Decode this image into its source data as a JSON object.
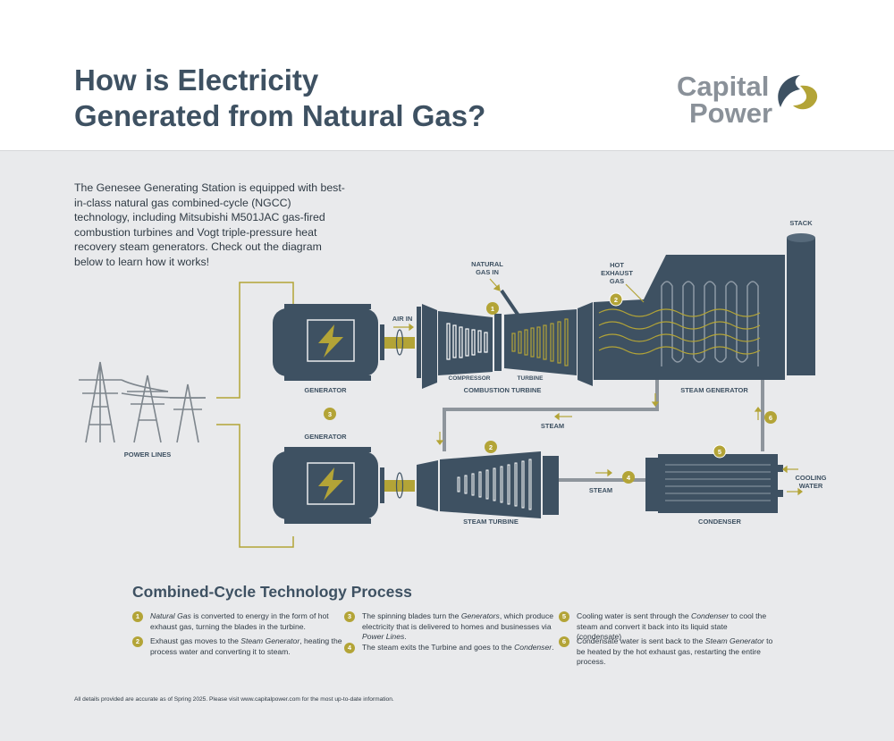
{
  "header": {
    "title_line1": "How is Electricity",
    "title_line2": "Generated from Natural Gas?"
  },
  "logo": {
    "line1": "Capital",
    "line2": "Power"
  },
  "intro": "The Genesee Generating Station is equipped with best-in-class natural gas combined-cycle (NGCC) technology, including Mitsubishi M501JAC gas-fired combustion turbines and Vogt triple-pressure heat recovery steam generators. Check out the diagram below to learn how it works!",
  "diagram": {
    "natural_gas_in_1": "NATURAL",
    "natural_gas_in_2": "GAS IN",
    "hot_1": "HOT",
    "hot_2": "EXHAUST",
    "hot_3": "GAS",
    "stack": "STACK",
    "air_in": "AIR IN",
    "generator_top": "GENERATOR",
    "compressor": "COMPRESSOR",
    "turbine": "TURBINE",
    "combustion_turbine": "COMBUSTION TURBINE",
    "steam_generator": "STEAM GENERATOR",
    "steam_upper": "STEAM",
    "generator_bottom": "GENERATOR",
    "power_lines": "POWER LINES",
    "steam_lower": "STEAM",
    "steam_turbine": "STEAM TURBINE",
    "condenser": "CONDENSER",
    "cooling_1": "COOLING",
    "cooling_2": "WATER",
    "markers": [
      "1",
      "2",
      "3",
      "2",
      "4",
      "5",
      "6"
    ]
  },
  "colors": {
    "primary": "#3e5162",
    "accent": "#b3a437",
    "background": "#e9eaec"
  },
  "process": {
    "title": "Combined-Cycle Technology Process",
    "steps": [
      {
        "num": "1",
        "em": "Natural Gas",
        "text": " is converted to energy in the form of hot exhaust gas, turning the blades in the turbine."
      },
      {
        "num": "2",
        "pre": "Exhaust gas moves to the ",
        "em": "Steam Generator",
        "text": ", heating the process water and converting it to steam."
      },
      {
        "num": "3",
        "pre": "The spinning blades turn the ",
        "em": "Generators",
        "text": ", which produce electricity that is delivered to homes and businesses via ",
        "em2": "Power Lines",
        "post": "."
      },
      {
        "num": "4",
        "pre": "The steam exits the Turbine and goes to the ",
        "em": "Condenser",
        "text": "."
      },
      {
        "num": "5",
        "pre": "Cooling water is sent through the ",
        "em": "Condenser",
        "text": " to cool the steam and convert it back into its liquid state (condensate)"
      },
      {
        "num": "6",
        "pre": "Condensate water is sent back to the ",
        "em": "Steam Generator",
        "text": " to be heated by the hot exhaust gas, restarting the entire process."
      }
    ]
  },
  "footnote": "All details provided are accurate as of Spring 2025. Please visit www.capitalpower.com for the most up-to-date information."
}
